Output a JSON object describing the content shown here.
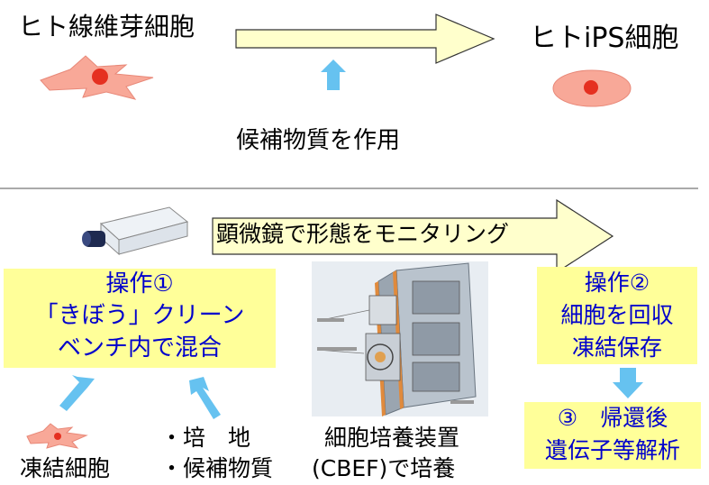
{
  "top": {
    "source_cell_label": "ヒト線維芽細胞",
    "target_cell_label": "ヒトiPS細胞",
    "candidate_label": "候補物質を作用"
  },
  "bottom": {
    "monitor_label": "顕微鏡で形態をモニタリング",
    "op1": {
      "line1": "操作①",
      "line2": "「きぼう」クリーン",
      "line3": "ベンチ内で混合"
    },
    "frozen_cells_label": "凍結細胞",
    "inputs": {
      "line1": "・培　地",
      "line2": "・候補物質"
    },
    "device": {
      "line1": "細胞培養装置",
      "line2": "(CBEF)で培養"
    },
    "op2": {
      "line1": "操作②",
      "line2": "細胞を回収",
      "line3": "凍結保存"
    },
    "op3": {
      "line1": "③　帰還後",
      "line2": "遺伝子等解析"
    }
  },
  "colors": {
    "cell_fill": "#f8a898",
    "nucleus": "#e53020",
    "arrow_blue": "#66c2f0",
    "box_yellow": "#ffff99",
    "arrow_yellow": "#ffffcc",
    "text_blue": "#0000cc"
  }
}
